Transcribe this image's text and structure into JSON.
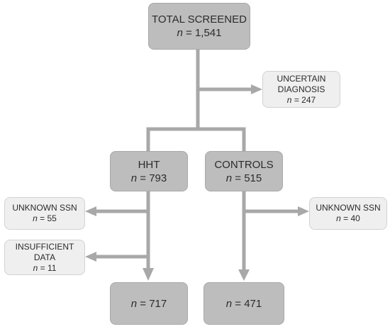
{
  "total": {
    "title": "TOTAL SCREENED",
    "n_label": "n",
    "count_text": "=  1,541"
  },
  "uncertain": {
    "line1": "UNCERTAIN",
    "line2": "DIAGNOSIS",
    "n_label": "n",
    "count_text": "= 247"
  },
  "hht": {
    "title": "HHT",
    "n_label": "n",
    "count_text": "= 793"
  },
  "controls": {
    "title": "CONTROLS",
    "n_label": "n",
    "count_text": "= 515"
  },
  "unknown_ssn_left": {
    "title": "UNKNOWN SSN",
    "n_label": "n",
    "count_text": "= 55"
  },
  "insufficient": {
    "line1": "INSUFFICIENT",
    "line2": "DATA",
    "n_label": "n",
    "count_text": "= 11"
  },
  "unknown_ssn_right": {
    "title": "UNKNOWN SSN",
    "n_label": "n",
    "count_text": "= 40"
  },
  "hht_final": {
    "n_label": "n",
    "count_text": "= 717"
  },
  "controls_final": {
    "n_label": "n",
    "count_text": "= 471"
  },
  "colors": {
    "connector": "#a8a8a8",
    "main_box": "#bdbdbd",
    "side_box": "#efefef"
  }
}
